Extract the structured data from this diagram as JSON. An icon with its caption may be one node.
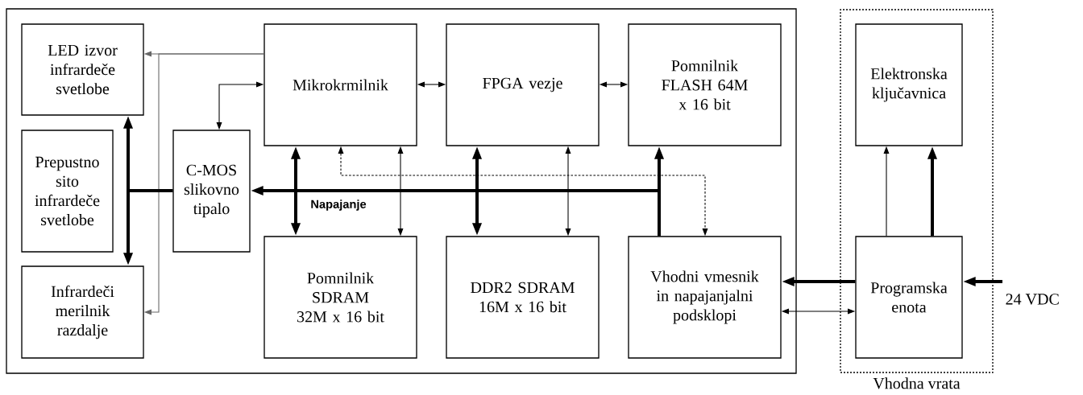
{
  "diagram": {
    "nodes": [
      {
        "text": [],
        "shape": "box"
      },
      {
        "text": [
          "LED izvor infrardeče svetlobe"
        ],
        "in": 0
      },
      {
        "text": [
          "Mikrokrmilnik"
        ],
        "in": 0
      },
      {
        "text": [
          "FPGA vezje"
        ],
        "in": 0
      },
      {
        "text": [
          "Pomnilnik FLASH 64M x 16 bit"
        ],
        "in": 0
      },
      {
        "text": [
          "Prepustno sito infrardeče svetlobe"
        ],
        "in": 0
      },
      {
        "text": [
          "C-MOS slikovno tipalo"
        ],
        "in": 0
      },
      {
        "text": [
          "Infrardeči merilnik razdalje"
        ],
        "in": 0
      },
      {
        "text": [
          "Pomnilnik SDRAM 32M x 16 bit"
        ],
        "in": 0
      },
      {
        "text": [
          "DDR2 SDRAM 16M x 16 bit"
        ],
        "in": 0
      },
      {
        "text": [
          "Vhodni vmesnik in napajanjalni podsklopi"
        ],
        "in": 0
      },
      {
        "text": [
          "Vhodna vrata"
        ]
      },
      {
        "text": [
          "Elektronska ključavnica"
        ],
        "in": 11
      },
      {
        "text": [
          "Programska enota"
        ],
        "in": 11
      },
      {
        "text": [
          "24 VDC"
        ]
      }
    ],
    "edges": [
      {
        "from": 2,
        "to": 1,
        "arrow": "to",
        "color": "#666666"
      },
      {
        "from": 2,
        "to": 7,
        "arrow": "to",
        "color": "#666666"
      },
      {
        "from": 2,
        "to": 6,
        "arrow": "both"
      },
      {
        "from": 2,
        "to": 3,
        "arrow": "both"
      },
      {
        "from": 3,
        "to": 4,
        "arrow": "both"
      },
      {
        "from": 2,
        "to": 8,
        "arrow": "both",
        "style": "thick"
      },
      {
        "from": 2,
        "to": 8,
        "arrow": "both"
      },
      {
        "from": 3,
        "to": 9,
        "arrow": "both",
        "style": "thick"
      },
      {
        "from": 3,
        "to": 9,
        "arrow": "both"
      },
      {
        "from": 2,
        "to": 10,
        "arrow": "both",
        "style": "dashed"
      },
      {
        "from": 10,
        "to": 4,
        "arrow": "to",
        "style": "thick"
      },
      {
        "from": 10,
        "to": 6,
        "arrow": "to",
        "style": "thick",
        "label": "Napajanje"
      },
      {
        "from": 6,
        "to": 1,
        "arrow": "to",
        "style": "thick"
      },
      {
        "from": 6,
        "to": 7,
        "arrow": "to",
        "style": "thick"
      },
      {
        "from": 13,
        "to": 10,
        "arrow": "to",
        "style": "thick"
      },
      {
        "from": 10,
        "to": 13,
        "arrow": "both"
      },
      {
        "from": 13,
        "to": 12,
        "arrow": "to"
      },
      {
        "from": 13,
        "to": 12,
        "arrow": "to",
        "style": "thick"
      },
      {
        "from": 14,
        "to": 13,
        "arrow": "to",
        "style": "thick"
      }
    ]
  }
}
